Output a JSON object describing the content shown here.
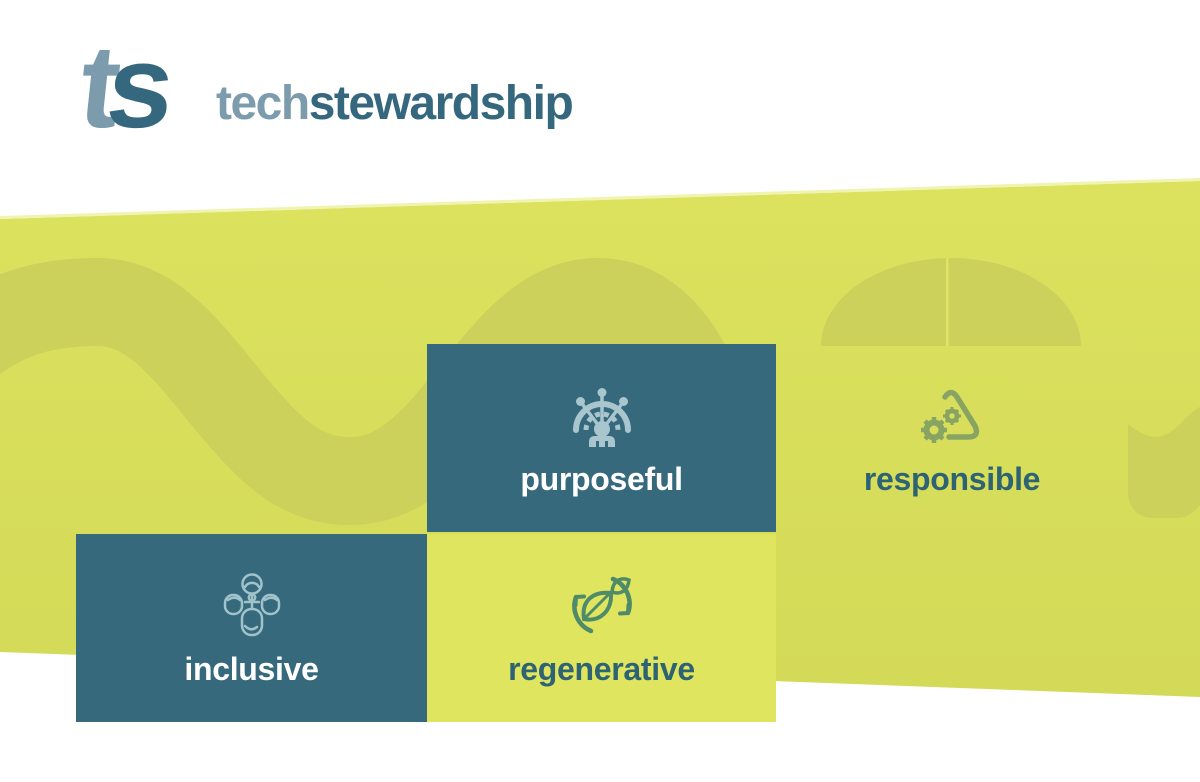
{
  "brand": {
    "mark_t": "t",
    "mark_s": "s",
    "wordmark_tech": "tech",
    "wordmark_stewardship": "stewardship"
  },
  "values": [
    {
      "label": "purposeful",
      "icon": "ship-helm-person-icon"
    },
    {
      "label": "responsible",
      "icon": "gears-triangle-icon"
    },
    {
      "label": "inclusive",
      "icon": "people-faces-icon"
    },
    {
      "label": "regenerative",
      "icon": "leaves-cycle-icon"
    }
  ],
  "colors": {
    "bandTop": "#dce25e",
    "bandBottom": "#d3da57",
    "ribbon": "#cbd15b",
    "domeSeam": "#dfe464",
    "edgeHighlight": "#eef3a9",
    "tileTeal": "#35697b",
    "tileYellow": "#dfe55f",
    "textTeal": "#2e6374",
    "logoLight": "#7c9cad",
    "logoDark": "#35687e",
    "helmIcon": "#a9c6ce",
    "facesIcon": "#9fc2cb",
    "gearsIcon": "#87a463",
    "leavesIcon": "#4f8a69"
  }
}
